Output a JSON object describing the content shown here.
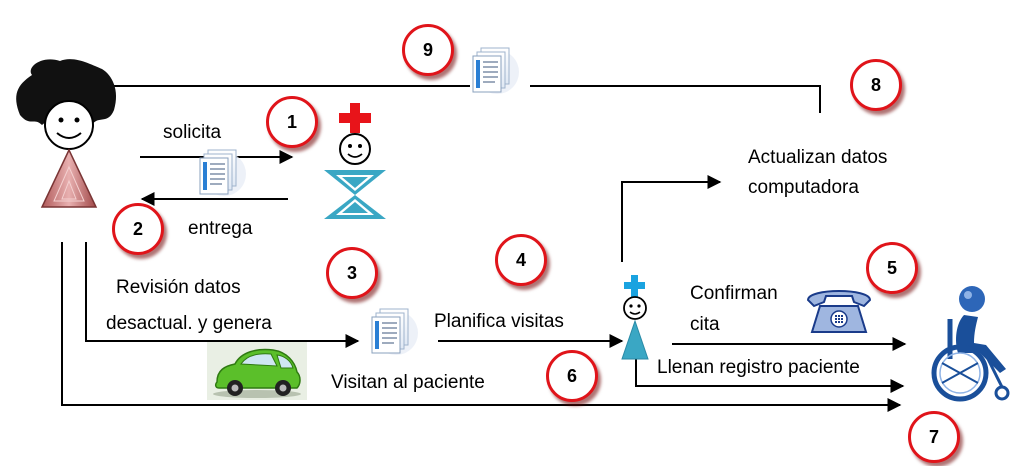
{
  "labels": {
    "solicita": "solicita",
    "entrega": "entrega",
    "revision_line1": "Revisión datos",
    "revision_line2": "desactual. y genera",
    "planifica": "Planifica visitas",
    "actualizan_line1": "Actualizan datos",
    "actualizan_line2": "computadora",
    "confirman_line1": "Confirman",
    "confirman_line2": "cita",
    "llenan": "Llenan registro paciente",
    "visitan": "Visitan al paciente"
  },
  "steps": [
    "1",
    "2",
    "3",
    "4",
    "5",
    "6",
    "7",
    "8",
    "9"
  ],
  "icons": {
    "actor": "woman-figure-icon",
    "nurse": "nurse-with-red-cross-icon",
    "field_worker": "health-worker-with-blue-cross-icon",
    "patient": "wheelchair-patient-icon",
    "documents": "document-stack-icon",
    "phone": "telephone-icon",
    "car": "green-car-icon"
  },
  "colors": {
    "badge_border": "#e0141a",
    "red_cross": "#e8141a",
    "blue_cross": "#1aa3e0",
    "teal": "#3aa7c4",
    "car_green": "#5bbf2a",
    "woman_dress": "#c87878",
    "wheelchair_blue": "#1a4f9a"
  }
}
